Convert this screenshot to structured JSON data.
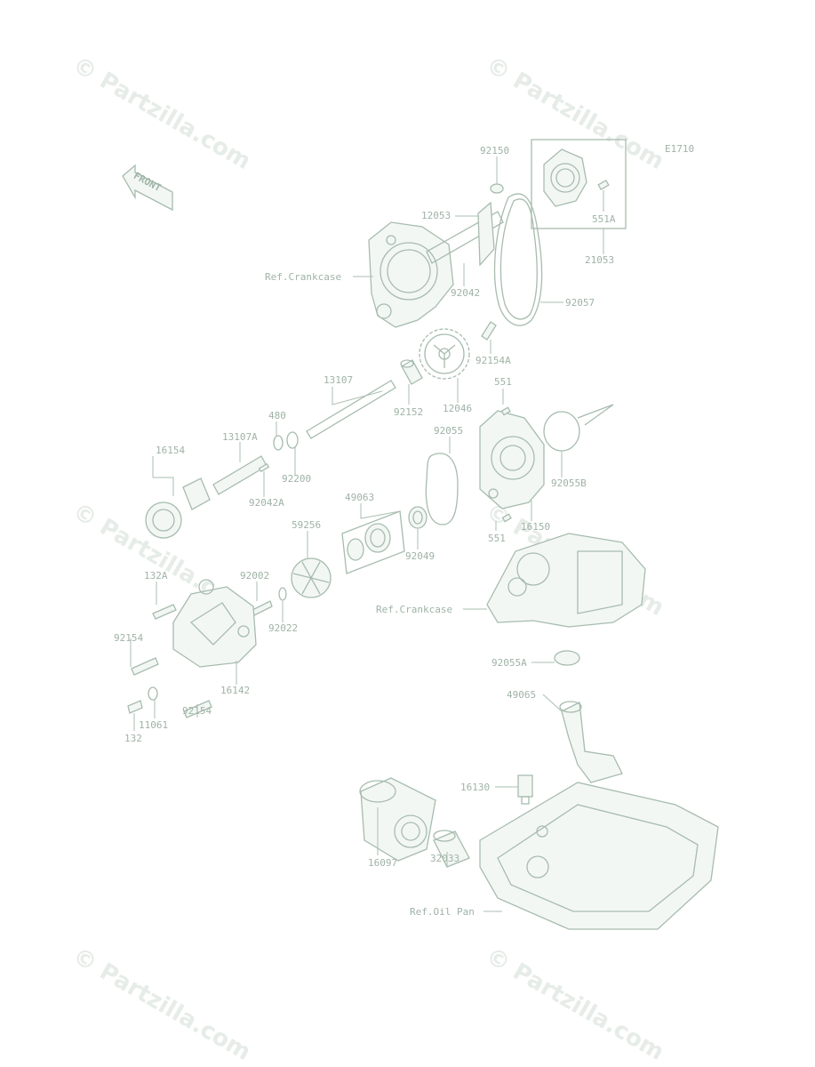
{
  "diagram_code": "E1710",
  "front_label": "FRONT",
  "watermark": "© Partzilla.com",
  "colors": {
    "line": "#a7bcae",
    "text": "#9fb3a6",
    "watermark": "#e6ece7"
  },
  "labels": {
    "p92150": "92150",
    "p12053": "12053",
    "p551A": "551A",
    "p21053": "21053",
    "refCrankcase1": "Ref.Crankcase",
    "p92042": "92042",
    "p92057": "92057",
    "p92154A": "92154A",
    "p13107": "13107",
    "p92152": "92152",
    "p12046": "12046",
    "p551a": "551",
    "p480": "480",
    "p13107A": "13107A",
    "p16154": "16154",
    "p92200": "92200",
    "p92042A": "92042A",
    "p92055": "92055",
    "p92055B": "92055B",
    "p16150": "16150",
    "p551b": "551",
    "p49063": "49063",
    "p59256": "59256",
    "p92049": "92049",
    "p132A": "132A",
    "p92002": "92002",
    "p92022": "92022",
    "refCrankcase2": "Ref.Crankcase",
    "p92154a": "92154",
    "p16142": "16142",
    "p92055A": "92055A",
    "p49065": "49065",
    "p132": "132",
    "p11061": "11061",
    "p92154b": "92154",
    "p16130": "16130",
    "p16097": "16097",
    "p32033": "32033",
    "refOilPan": "Ref.Oil Pan"
  }
}
